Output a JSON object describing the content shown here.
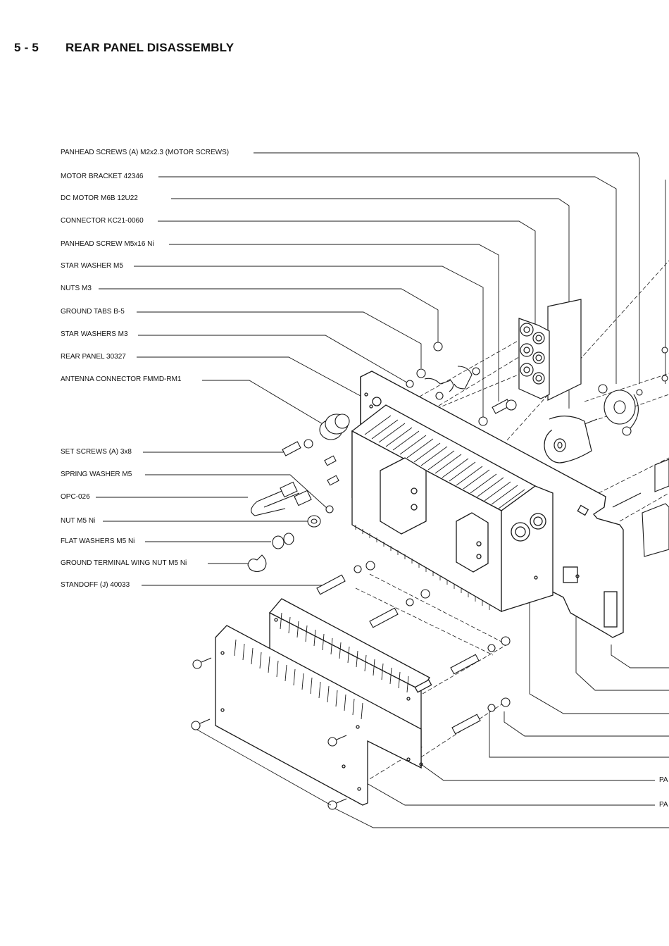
{
  "heading": {
    "number": "5 - 5",
    "title": "REAR PANEL DISASSEMBLY"
  },
  "labels": [
    "PANHEAD SCREWS (A) M2x2.3 (MOTOR SCREWS)",
    "MOTOR BRACKET 42346",
    "DC MOTOR M6B 12U22",
    "CONNECTOR KC21-0060",
    "PANHEAD SCREW M5x16 Ni",
    "STAR WASHER M5",
    "NUTS M3",
    "GROUND TABS B-5",
    "STAR WASHERS M3",
    "REAR PANEL 30327",
    "ANTENNA CONNECTOR FMMD-RM1",
    "SET SCREWS (A) 3x8",
    "SPRING WASHER M5",
    "OPC-026",
    "NUT M5 Ni",
    "FLAT WASHERS M5 Ni",
    "GROUND TERMINAL WING NUT M5 Ni",
    "STANDOFF (J) 40033"
  ],
  "right_labels": [
    "PA",
    "PA"
  ]
}
